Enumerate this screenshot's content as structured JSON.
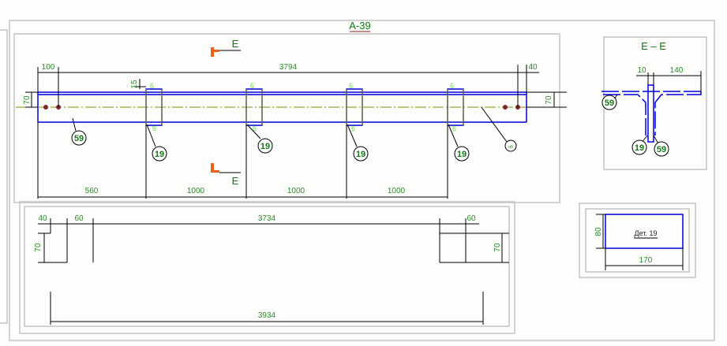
{
  "sheet_title": "А-39",
  "section_label": "Е",
  "section_title": "Е – Е",
  "main_view": {
    "dims_top": {
      "left": "100",
      "overall": "3794",
      "right": "40"
    },
    "dims_height": {
      "left": "70",
      "right": "70"
    },
    "dim_weld_offset": "15",
    "weld_size": "6",
    "dims_bottom": [
      "560",
      "1000",
      "1000",
      "1000"
    ],
    "callouts": {
      "plate": "19",
      "beam": "59",
      "small": "нб"
    }
  },
  "bottom_view": {
    "dims_top": [
      "40",
      "60",
      "3734",
      "60"
    ],
    "dims_height": {
      "left": "70",
      "right": "70"
    },
    "overall": "3934"
  },
  "section_view": {
    "dim_web": "10",
    "dim_flange": "140",
    "callouts": [
      "59",
      "19",
      "59"
    ]
  },
  "detail": {
    "label": "Дет. 19",
    "height": "80",
    "width": "170"
  },
  "colors": {
    "outline": "#0000e0",
    "axis": "#8a8a00",
    "marker": "#f06010",
    "text": "#127a12"
  }
}
